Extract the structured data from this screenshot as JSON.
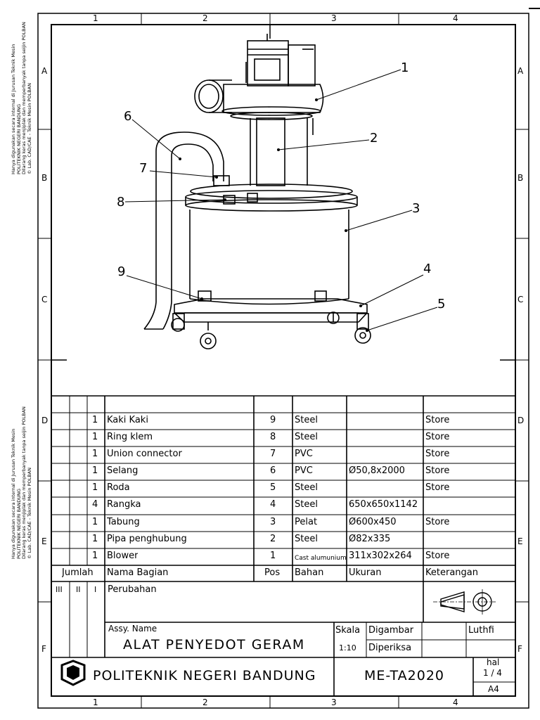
{
  "zones": {
    "columns": [
      "1",
      "2",
      "3",
      "4"
    ],
    "rows": [
      "A",
      "B",
      "C",
      "D",
      "E",
      "F"
    ]
  },
  "side_notes": {
    "top": [
      "Hanya digunakan secara internal di Jurusan Teknik Mesin",
      "POLITEKNIK NEGERI BANDUNG",
      "Dilarang keras menjiplak dan memperbanyak tanpa seijin POLBAN",
      "© Lab. CAD/CAE - Teknik Mesin POLBAN"
    ],
    "bottom": [
      "Hanya digunakan secara internal di Jurusan Teknik Mesin",
      "POLITEKNIK NEGERI BANDUNG",
      "Dilarang keras menjiplak dan memperbanyak tanpa seijin POLBAN",
      "© Lab. CAD/CAE - Teknik Mesin POLBAN"
    ]
  },
  "callouts": [
    "1",
    "2",
    "3",
    "4",
    "5",
    "6",
    "7",
    "8",
    "9"
  ],
  "parts_list": {
    "rows": [
      {
        "qty": "1",
        "name": "Kaki Kaki",
        "pos": "9",
        "material": "Steel",
        "size": "",
        "note": "Store"
      },
      {
        "qty": "1",
        "name": "Ring klem",
        "pos": "8",
        "material": "Steel",
        "size": "",
        "note": "Store"
      },
      {
        "qty": "1",
        "name": "Union connector",
        "pos": "7",
        "material": "PVC",
        "size": "",
        "note": "Store"
      },
      {
        "qty": "1",
        "name": "Selang",
        "pos": "6",
        "material": "PVC",
        "size": "Ø50,8x2000",
        "note": "Store"
      },
      {
        "qty": "1",
        "name": "Roda",
        "pos": "5",
        "material": "Steel",
        "size": "",
        "note": "Store"
      },
      {
        "qty": "4",
        "name": "Rangka",
        "pos": "4",
        "material": "Steel",
        "size": "650x650x1142",
        "note": ""
      },
      {
        "qty": "1",
        "name": "Tabung",
        "pos": "3",
        "material": "Pelat",
        "size": "Ø600x450",
        "note": "Store"
      },
      {
        "qty": "1",
        "name": "Pipa penghubung",
        "pos": "2",
        "material": "Steel",
        "size": "Ø82x335",
        "note": ""
      },
      {
        "qty": "1",
        "name": "Blower",
        "pos": "1",
        "material": "Cast alumunium",
        "size": "311x302x264",
        "note": "Store"
      }
    ],
    "headers": {
      "qty": "Jumlah",
      "name": "Nama Bagian",
      "pos": "Pos",
      "material": "Bahan",
      "size": "Ukuran",
      "note": "Keterangan"
    }
  },
  "revision": {
    "cols": [
      "III",
      "II",
      "I"
    ],
    "label": "Perubahan"
  },
  "title_block": {
    "assy_label": "Assy. Name",
    "title": "ALAT PENYEDOT GERAM",
    "scale_label": "Skala",
    "scale": "1:10",
    "drawn_label": "Digambar",
    "drawn_by": "Luthfi",
    "checked_label": "Diperiksa",
    "institution": "POLITEKNIK NEGERI BANDUNG",
    "drawing_no": "ME-TA2020",
    "sheet_label": "hal",
    "sheet": "1 / 4",
    "paper": "A4"
  }
}
